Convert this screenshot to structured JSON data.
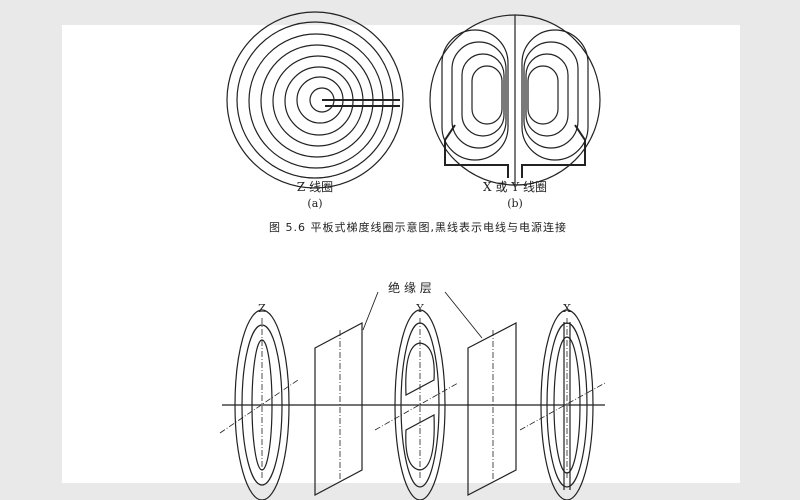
{
  "figure_top": {
    "a_label": "Z 线圈",
    "a_sub": "(a)",
    "b_label": "X 或 Y 线圈",
    "b_sub": "(b)",
    "caption": "图 5.6   平板式梯度线圈示意图,黑线表示电线与电源连接"
  },
  "figure_bottom": {
    "insulation_label": "绝 缘 层",
    "z_label": "Z",
    "y_label": "Y",
    "x_label": "X"
  }
}
